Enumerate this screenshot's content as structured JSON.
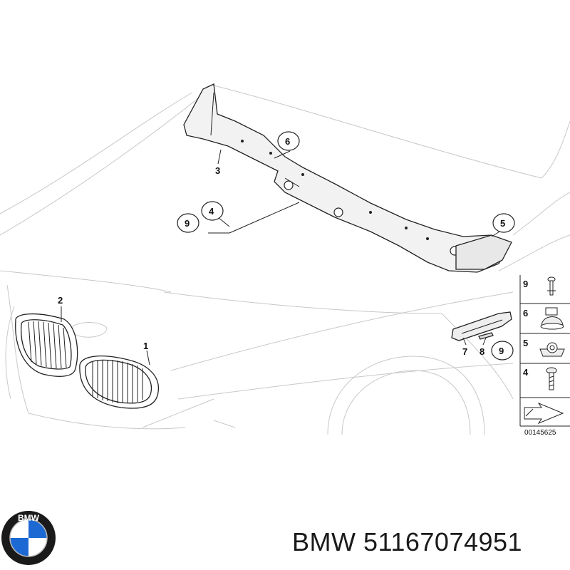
{
  "diagram": {
    "callouts": {
      "c1": "1",
      "c2": "2",
      "c3": "3",
      "c4": "4",
      "c5": "5",
      "c6": "6",
      "c7": "7",
      "c8": "8",
      "c9a": "9",
      "c9b": "9"
    },
    "legend": {
      "items": [
        "9",
        "6",
        "5",
        "4"
      ]
    },
    "diagram_code": "00145625"
  },
  "footer": {
    "brand_text": "BMW 51167074951",
    "logo_letters": "BMW"
  },
  "colors": {
    "background": "#ffffff",
    "car_outline": "#c8c8c8",
    "part_line": "#222222",
    "part_fill": "#f2f2f2",
    "logo_blue": "#1c69d4"
  }
}
